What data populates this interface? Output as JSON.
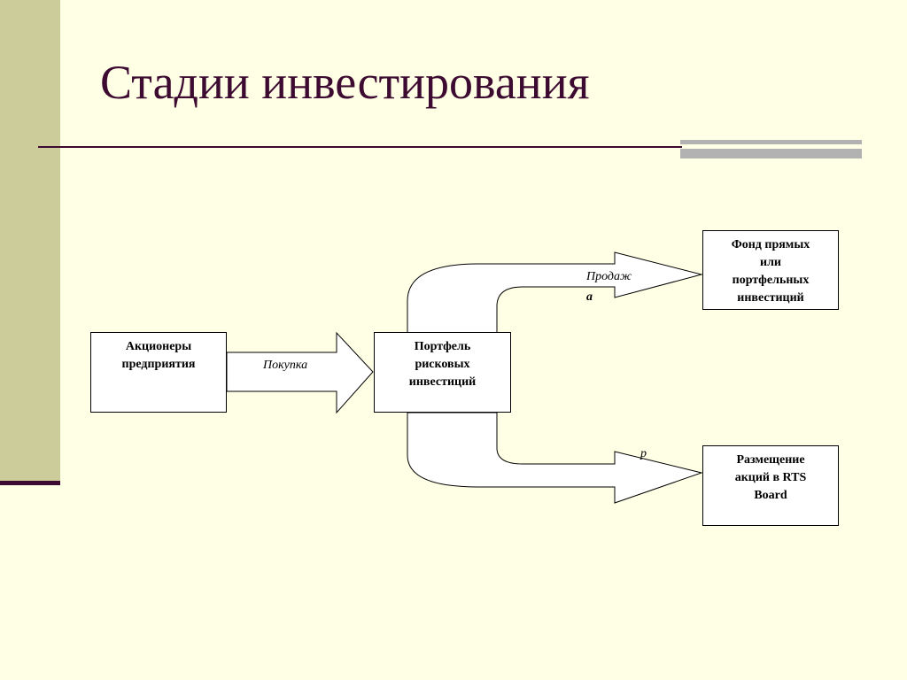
{
  "title": "Стадии инвестирования",
  "nodes": {
    "shareholders": [
      "Акционеры",
      "предприятия"
    ],
    "portfolio": [
      "Портфель",
      "рисковых",
      "инвестиций"
    ],
    "fund": [
      "Фонд прямых",
      "или",
      "портфельных",
      "инвестиций"
    ],
    "rts": [
      "Размещение",
      "акций в RTS",
      "Board"
    ]
  },
  "edges": {
    "purchase": "Покупка",
    "sale_upper": [
      "Продаж",
      "а"
    ],
    "sale_lower": "р"
  },
  "colors": {
    "background": "#FFFFE5",
    "sidebar": "#CCCC9A",
    "title": "#3D0A31",
    "accent_gray": "#B2B2B2"
  }
}
